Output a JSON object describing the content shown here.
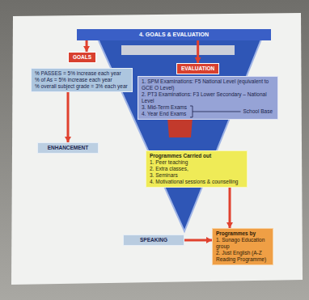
{
  "diagram": {
    "nodes": [
      {
        "text": [
          "4. GOALS & EVALUATION"
        ]
      },
      {
        "text": [
          "GOALS"
        ]
      },
      {
        "text": [
          "EVALUATION"
        ]
      },
      {
        "text": [
          "% PASSES = 5% increase each year",
          "% of As = 5% increase each year",
          "% overall subject grade = 3% each year"
        ]
      },
      {
        "text": [
          "ENHANCEMENT"
        ]
      },
      {
        "text": [
          "1. SPM Examinations: F5 National Level (equivalent to GCE O Level)",
          "2. PT3 Examinations: F3 Lower Secondary – National Level",
          "3. Mid-Term Exams",
          "4. Year End Exams"
        ]
      },
      {
        "text": [
          "Programmes Carried out",
          "1. Peer teaching",
          "2. Extra classes,",
          "3. Seminars",
          "4. Motivational sessions & counselling"
        ]
      },
      {
        "text": [
          "SPEAKING"
        ]
      },
      {
        "text": [
          "Programmes by",
          "1. Sunago Education group",
          "2. Just English (A-Z Reading Programme)"
        ]
      }
    ],
    "edges": [
      {
        "from": 0,
        "to": 1,
        "arrow": "to"
      },
      {
        "from": 0,
        "to": 2,
        "arrow": "to"
      },
      {
        "from": 3,
        "to": 4,
        "arrow": "to"
      },
      {
        "from": 6,
        "to": 8,
        "arrow": "to"
      },
      {
        "from": 7,
        "to": 8,
        "arrow": "to"
      }
    ],
    "labels": [
      "School Base"
    ]
  }
}
